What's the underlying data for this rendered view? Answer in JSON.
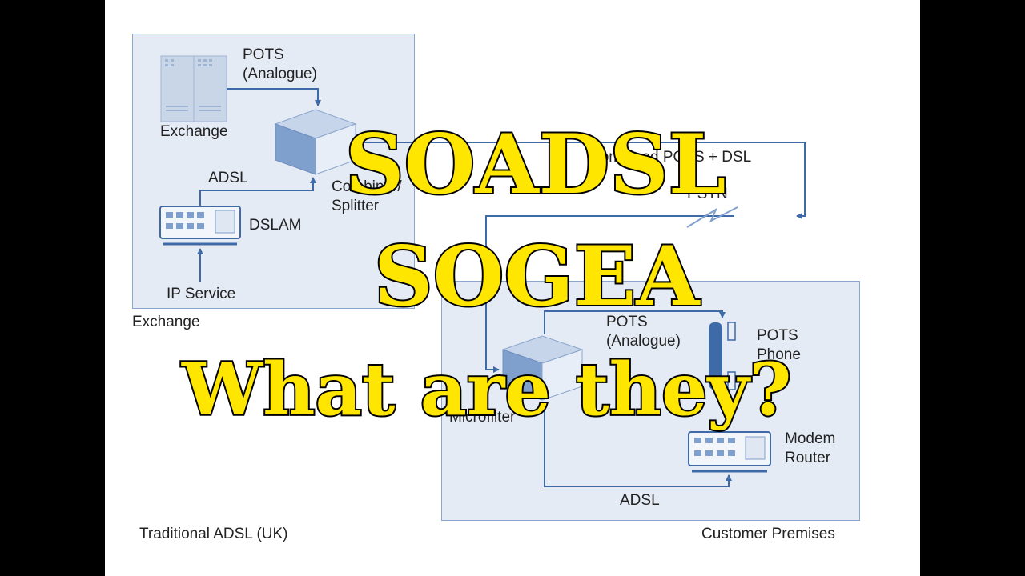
{
  "exchange_panel": {
    "caption": "Exchange",
    "pots_label_line1": "POTS",
    "pots_label_line2": "(Analogue)",
    "exchange_label": "Exchange",
    "adsl_label": "ADSL",
    "dslam_label": "DSLAM",
    "combiner_label_line1": "Combiner/",
    "combiner_label_line2": "Splitter",
    "ip_service_label": "IP Service"
  },
  "line_labels": {
    "combined": "Combined POTS + DSL",
    "pstn": "PSTN"
  },
  "customer_panel": {
    "pots_label_line1": "POTS",
    "pots_label_line2": "(Analogue)",
    "phone_label_line1": "POTS",
    "phone_label_line2": "Phone",
    "microfilter_label": "Microfilter",
    "modem_label_line1": "Modem",
    "modem_label_line2": "Router",
    "adsl_label": "ADSL"
  },
  "footer": {
    "left": "Traditional ADSL (UK)",
    "right": "Customer Premises"
  },
  "headline": {
    "line1": "SOADSL",
    "line2": "SOGEA",
    "line3": "What are they?"
  },
  "colors": {
    "panel_fill": "#e4ebf5",
    "line": "#3f6aa8",
    "headline_fill": "#ffe600",
    "headline_outline": "#000000"
  }
}
